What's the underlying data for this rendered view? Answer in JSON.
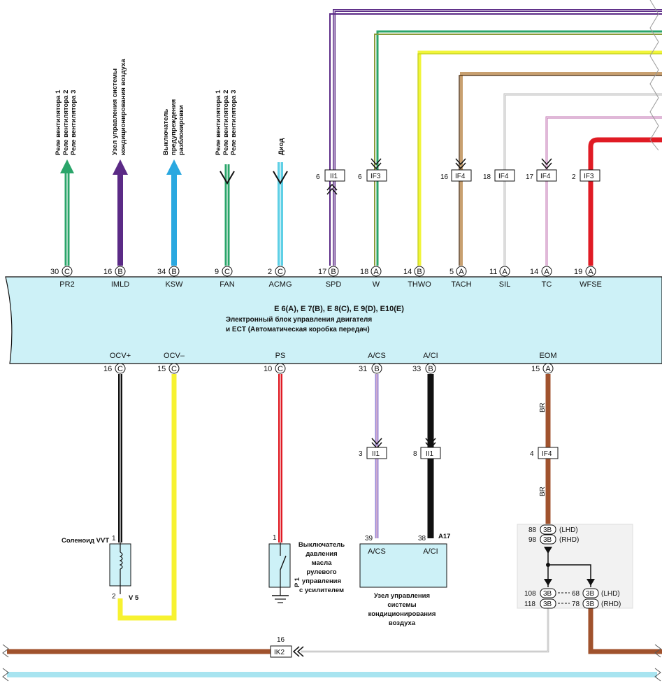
{
  "ecu": {
    "title_line1": "E 6(A), E 7(B), E 8(C), E 9(D), E10(E)",
    "title_line2": "Электронный блок управления двигателя",
    "title_line3": "и ECT (Автоматическая коробка передач)",
    "top_pins": [
      {
        "num": "30",
        "conn": "C",
        "signal": "PR2"
      },
      {
        "num": "16",
        "conn": "B",
        "signal": "IMLD"
      },
      {
        "num": "34",
        "conn": "B",
        "signal": "KSW"
      },
      {
        "num": "9",
        "conn": "C",
        "signal": "FAN"
      },
      {
        "num": "2",
        "conn": "C",
        "signal": "ACMG"
      },
      {
        "num": "17",
        "conn": "B",
        "signal": "SPD"
      },
      {
        "num": "18",
        "conn": "A",
        "signal": "W"
      },
      {
        "num": "14",
        "conn": "B",
        "signal": "THWO"
      },
      {
        "num": "5",
        "conn": "A",
        "signal": "TACH"
      },
      {
        "num": "11",
        "conn": "A",
        "signal": "SIL"
      },
      {
        "num": "14",
        "conn": "A",
        "signal": "TC"
      },
      {
        "num": "19",
        "conn": "A",
        "signal": "WFSE"
      }
    ],
    "bottom_pins": [
      {
        "num": "16",
        "conn": "C",
        "signal": "OCV+"
      },
      {
        "num": "15",
        "conn": "C",
        "signal": "OCV–"
      },
      {
        "num": "10",
        "conn": "C",
        "signal": "PS"
      },
      {
        "num": "31",
        "conn": "B",
        "signal": "A/CS"
      },
      {
        "num": "33",
        "conn": "B",
        "signal": "A/CI"
      },
      {
        "num": "15",
        "conn": "A",
        "signal": "EOM"
      }
    ]
  },
  "top_labels": {
    "relay_fan_1": "Реле вентилятора 1",
    "relay_fan_2": "Реле вентилятора 2",
    "relay_fan_3": "Реле вентилятора 3",
    "ac_unit_1": "Узел управления системы",
    "ac_unit_2": "кондиционирования воздуха",
    "switch_1": "Выключатель",
    "switch_2": "предупреждения",
    "switch_3": "разблокировки",
    "fan_relay_1": "Реле вентилятора 1",
    "fan_relay_2": "Реле вентилятора 2",
    "fan_relay_3": "Реле вентилятора 3",
    "diode": "Диод"
  },
  "top_connectors": [
    {
      "num": "6",
      "id": "II1"
    },
    {
      "num": "6",
      "id": "IF3"
    },
    {
      "num": "16",
      "id": "IF4"
    },
    {
      "num": "18",
      "id": "IF4"
    },
    {
      "num": "17",
      "id": "IF4"
    },
    {
      "num": "2",
      "id": "IF3"
    }
  ],
  "bottom_connectors": {
    "acs": {
      "num": "3",
      "id": "II1"
    },
    "aci": {
      "num": "8",
      "id": "II1"
    },
    "eom": {
      "num": "4",
      "id": "IF4"
    },
    "ik2": {
      "num": "16",
      "id": "IK2"
    }
  },
  "wire_labels": {
    "br_upper": "BR",
    "br_lower": "BR"
  },
  "solenoid": {
    "title": "Соленоид VVT",
    "pin_top": "1",
    "pin_bottom": "2",
    "ref": "V 5"
  },
  "ps_switch": {
    "pin": "1",
    "ref": "P 1",
    "line1": "Выключатель",
    "line2": "давления",
    "line3": "масла",
    "line4": "рулевого",
    "line5": "управления",
    "line6": "с усилителем"
  },
  "ac_amp": {
    "pin_left": "39",
    "pin_right": "38",
    "ref": "A17",
    "sig_left": "A/CS",
    "sig_right": "A/CI",
    "line1": "Узел управления",
    "line2": "системы",
    "line3": "кондиционирования",
    "line4": "воздуха"
  },
  "junction": {
    "in1_num": "88",
    "in1_id": "3B",
    "in1_note": "(LHD)",
    "in2_num": "98",
    "in2_id": "3B",
    "in2_note": "(RHD)",
    "out1_num": "108",
    "out1_id": "3B",
    "out2_num": "118",
    "out2_id": "3B",
    "out3_num": "68",
    "out3_id": "3B",
    "out3_note": "(LHD)",
    "out4_num": "78",
    "out4_id": "3B",
    "out4_note": "(RHD)"
  },
  "colors": {
    "ecu_fill": "#cdf1f7",
    "green": "#2aa56a",
    "purple": "#5b2a86",
    "blue": "#2aa8e0",
    "cyan": "#5fd0e6",
    "yellow": "#f7f230",
    "red": "#e01b24",
    "brown": "#a0522d",
    "black": "#111111",
    "olive": "#8a9b3a"
  }
}
